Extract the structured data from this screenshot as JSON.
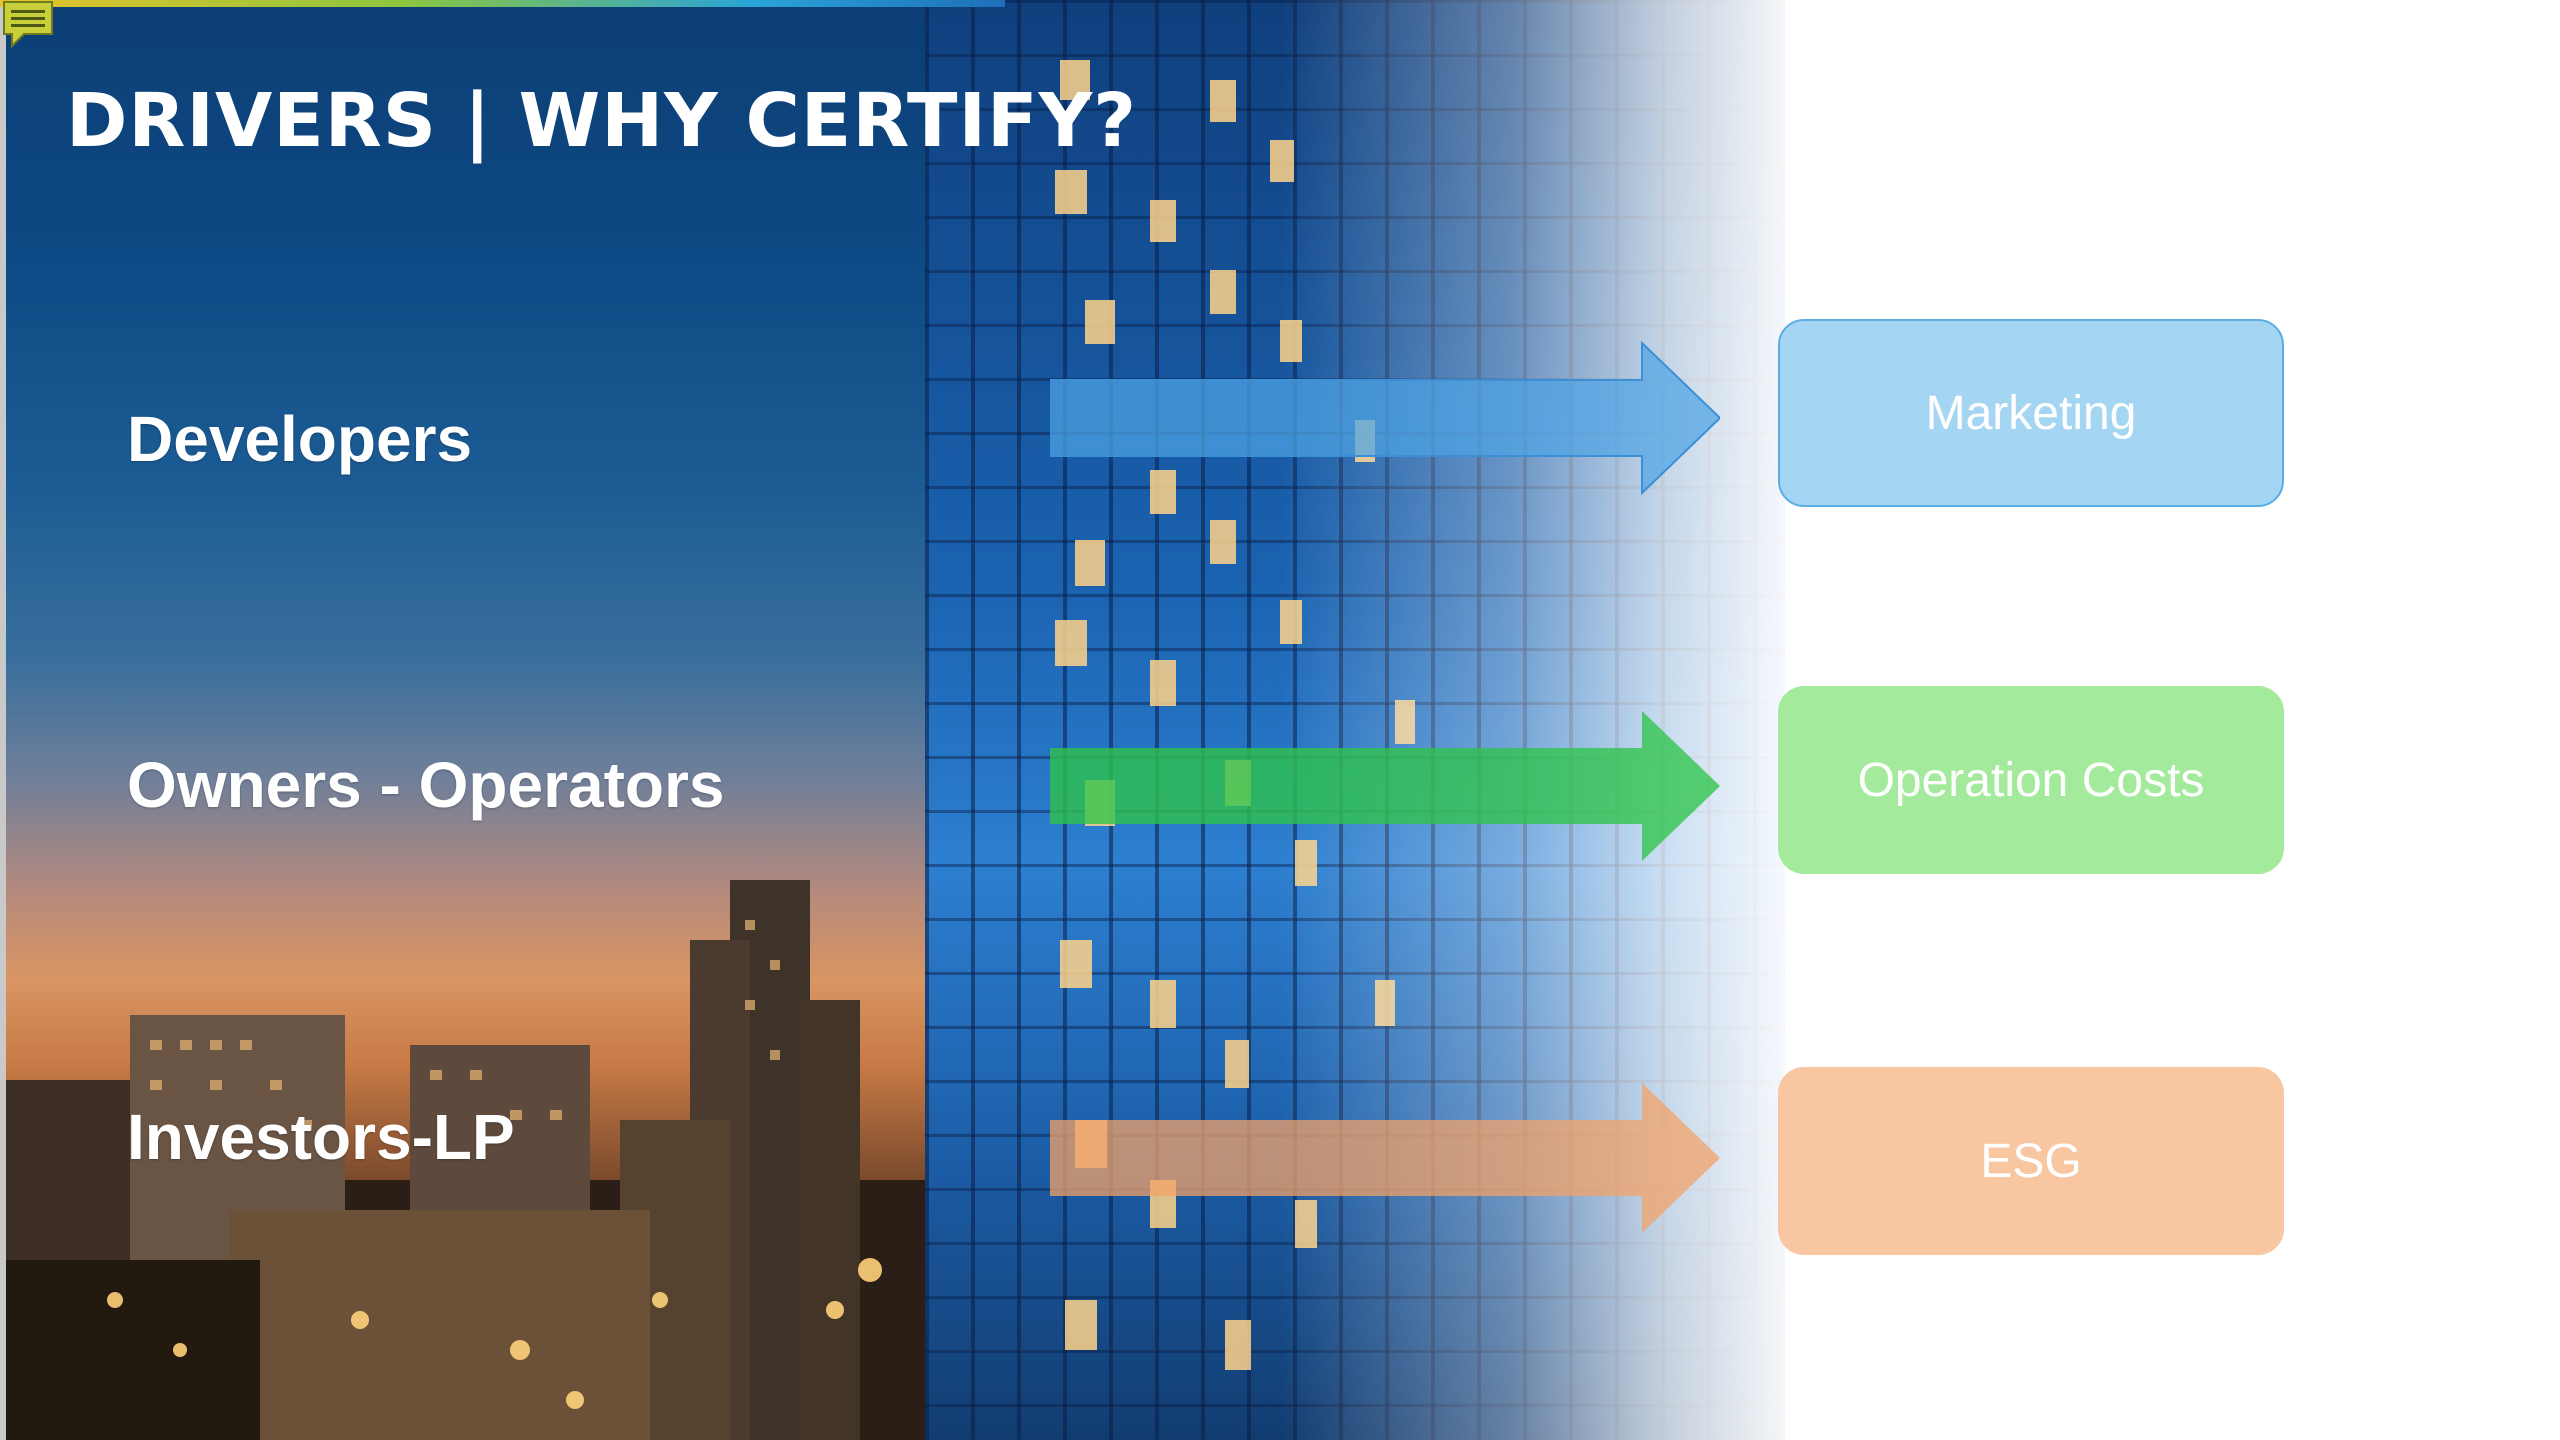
{
  "slide": {
    "title": "DRIVERS | WHY CERTIFY?",
    "stakeholders": [
      {
        "label": "Developers"
      },
      {
        "label": "Owners - Operators"
      },
      {
        "label": "Investors-LP"
      }
    ],
    "drivers": [
      {
        "label": "Marketing",
        "color": "#a4d6f4",
        "arrow_color": "#4ea4e4"
      },
      {
        "label": "Operation Costs",
        "color": "#a3ea9c",
        "arrow_color": "#2fc44a"
      },
      {
        "label": "ESG",
        "color": "#f8c6a1",
        "arrow_color": "#f2a36a"
      }
    ],
    "icons": {
      "comment": "comment-icon"
    }
  }
}
